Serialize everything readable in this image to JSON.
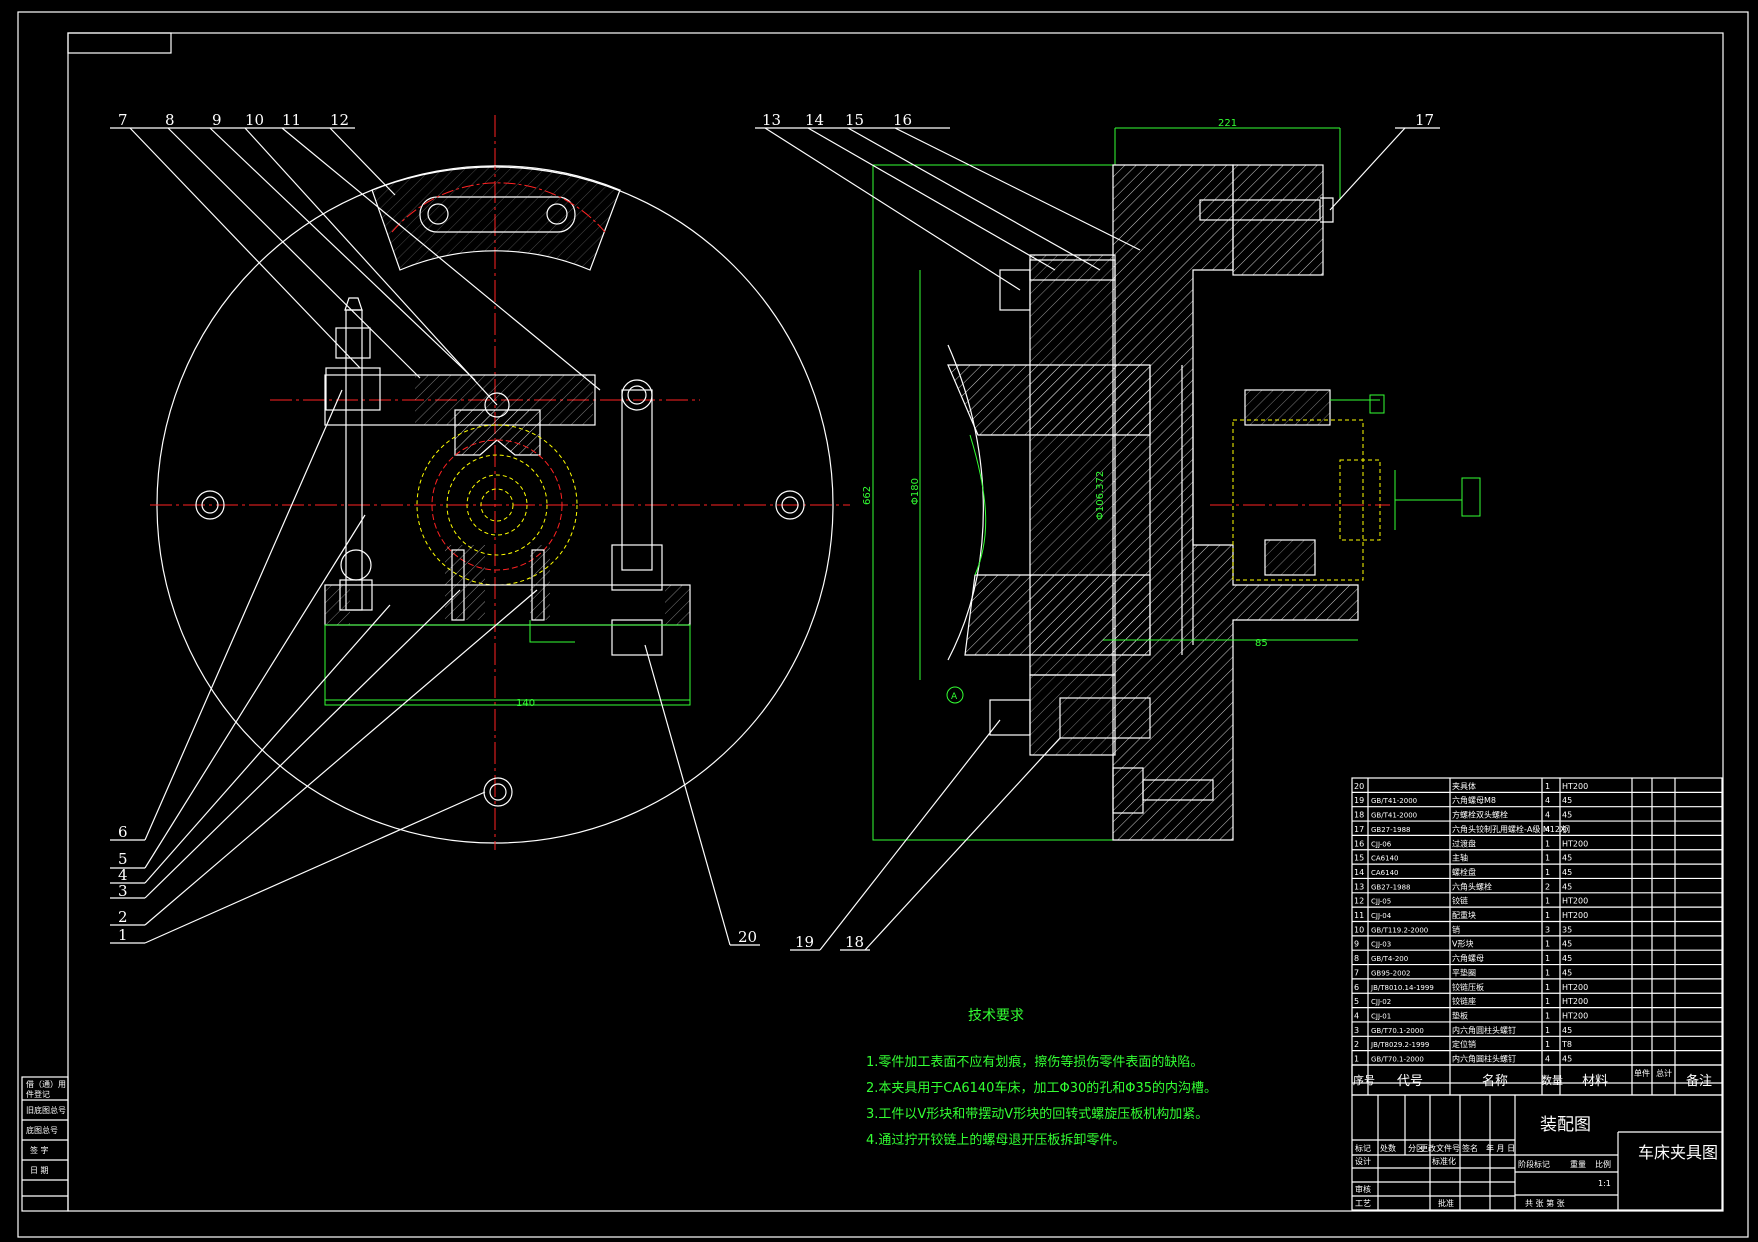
{
  "balloons_left": [
    "7",
    "8",
    "9",
    "10",
    "11",
    "12"
  ],
  "balloons_right": [
    "13",
    "14",
    "15",
    "16",
    "17"
  ],
  "balloons_bottom_left": [
    "6",
    "5",
    "4",
    "3",
    "2",
    "1"
  ],
  "balloons_bottom_right": [
    "20",
    "19",
    "18"
  ],
  "dimensions": {
    "width_140": "140",
    "height_662": "662",
    "length_221": "221",
    "dia_180": "Φ180",
    "dia_106": "Φ106.372",
    "len_85": "85",
    "section_a": "A"
  },
  "tech_requirements": {
    "title": "技术要求",
    "items": [
      "1.零件加工表面不应有划痕，擦伤等损伤零件表面的缺陷。",
      "2.本夹具用于CA6140车床，加工Φ30的孔和Φ35的内沟槽。",
      "3.工件以V形块和带摆动V形块的回转式螺旋压板机构加紧。",
      "4.通过拧开铰链上的螺母退开压板拆卸零件。"
    ]
  },
  "bom": {
    "header": [
      "序号",
      "代号",
      "名称",
      "数量",
      "材料",
      "单件",
      "总计",
      "备注"
    ],
    "rows": [
      [
        "20",
        "",
        "夹具体",
        "1",
        "HT200"
      ],
      [
        "19",
        "GB/T41-2000",
        "六角螺母M8",
        "4",
        "45"
      ],
      [
        "18",
        "GB/T41-2000",
        "方螺栓双头螺栓",
        "4",
        "45"
      ],
      [
        "17",
        "GB27-1988",
        "六角头铰制孔用螺栓-A级 M12X",
        "4",
        "钢"
      ],
      [
        "16",
        "CJJ-06",
        "过渡盘",
        "1",
        "HT200"
      ],
      [
        "15",
        "CA6140",
        "主轴",
        "1",
        "45"
      ],
      [
        "14",
        "CA6140",
        "螺栓盘",
        "1",
        "45"
      ],
      [
        "13",
        "GB27-1988",
        "六角头螺栓",
        "2",
        "45"
      ],
      [
        "12",
        "CJJ-05",
        "铰链",
        "1",
        "HT200"
      ],
      [
        "11",
        "CJJ-04",
        "配重块",
        "1",
        "HT200"
      ],
      [
        "10",
        "GB/T119.2-2000",
        "销",
        "3",
        "35"
      ],
      [
        "9",
        "CJJ-03",
        "V形块",
        "1",
        "45"
      ],
      [
        "8",
        "GB/T4-200",
        "六角螺母",
        "1",
        "45"
      ],
      [
        "7",
        "GB95-2002",
        "平垫圈",
        "1",
        "45"
      ],
      [
        "6",
        "JB/T8010.14-1999",
        "铰链压板",
        "1",
        "HT200"
      ],
      [
        "5",
        "CJJ-02",
        "铰链座",
        "1",
        "HT200"
      ],
      [
        "4",
        "CJJ-01",
        "垫板",
        "1",
        "HT200"
      ],
      [
        "3",
        "GB/T70.1-2000",
        "内六角圆柱头螺钉",
        "1",
        "45"
      ],
      [
        "2",
        "JB/T8029.2-1999",
        "定位销",
        "1",
        "T8"
      ],
      [
        "1",
        "GB/T70.1-2000",
        "内六角圆柱头螺钉",
        "4",
        "45"
      ]
    ]
  },
  "title_block": {
    "drawing_type": "装配图",
    "drawing_name": "车床夹具图",
    "scale": "1:1",
    "labels": [
      "标记",
      "处数",
      "分区",
      "更改文件号",
      "签名",
      "年 月 日",
      "设计",
      "标准化",
      "阶段标记",
      "重量",
      "比例",
      "审核",
      "工艺",
      "批准",
      "共 张 第 张"
    ]
  },
  "side_stamp": [
    "借（通）用",
    "件登记",
    "旧底图总号",
    "底图总号",
    "签 字",
    "日 期"
  ]
}
